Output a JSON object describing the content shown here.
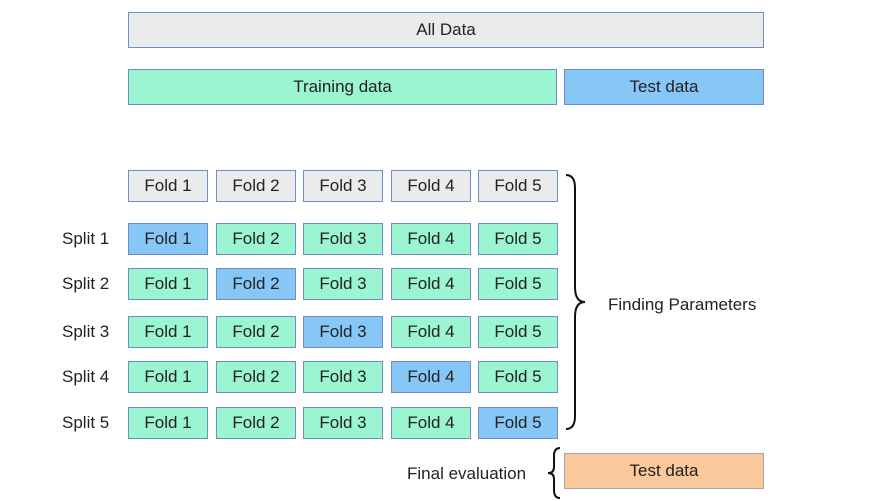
{
  "all_data": "All Data",
  "training_data": "Training data",
  "test_data": "Test data",
  "folds": [
    "Fold 1",
    "Fold 2",
    "Fold 3",
    "Fold 4",
    "Fold 5"
  ],
  "splits": [
    {
      "label": "Split 1",
      "test_fold": 1
    },
    {
      "label": "Split 2",
      "test_fold": 2
    },
    {
      "label": "Split 3",
      "test_fold": 3
    },
    {
      "label": "Split 4",
      "test_fold": 4
    },
    {
      "label": "Split 5",
      "test_fold": 5
    }
  ],
  "finding_parameters": "Finding Parameters",
  "final_evaluation": "Final evaluation",
  "final_test_data": "Test data",
  "colors": {
    "header": "#ebebeb",
    "training": "#9af5d0",
    "test_fold": "#86c7f7",
    "final_test": "#f9c89b"
  }
}
